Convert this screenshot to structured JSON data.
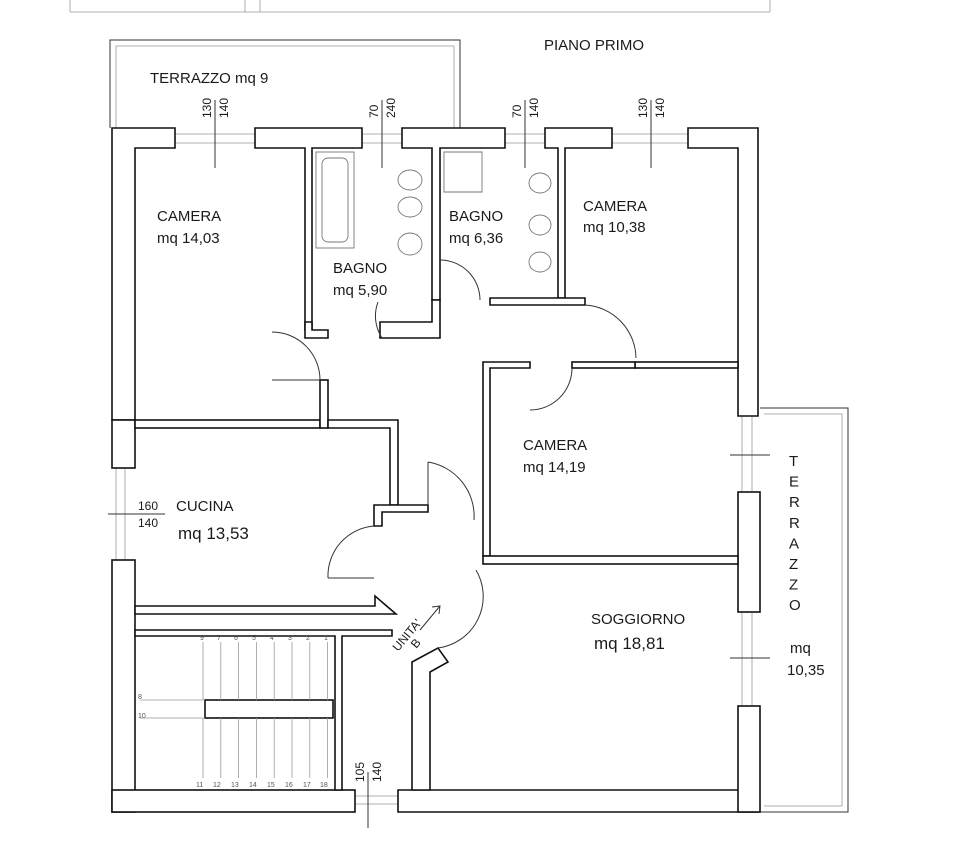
{
  "floor_title": "PIANO PRIMO",
  "rooms": {
    "camera_nw": {
      "name": "CAMERA",
      "area": "mq 14,03"
    },
    "bagno_1": {
      "name": "BAGNO",
      "area": "mq 5,90"
    },
    "bagno_2": {
      "name": "BAGNO",
      "area": "mq 6,36"
    },
    "camera_ne": {
      "name": "CAMERA",
      "area": "mq 10,38"
    },
    "camera_e": {
      "name": "CAMERA",
      "area": "mq 14,19"
    },
    "cucina": {
      "name": "CUCINA",
      "area": "mq 13,53"
    },
    "soggiorno": {
      "name": "SOGGIORNO",
      "area": "mq 18,81"
    }
  },
  "terraces": {
    "north": {
      "label": "TERRAZZO mq 9"
    },
    "east": {
      "letters": [
        "T",
        "E",
        "R",
        "R",
        "A",
        "Z",
        "Z",
        "O"
      ],
      "area_unit": "mq",
      "area_value": "10,35"
    }
  },
  "openings": [
    {
      "id": "w1",
      "top": "130",
      "bottom": "140"
    },
    {
      "id": "w2",
      "top": "70",
      "bottom": "240"
    },
    {
      "id": "w3",
      "top": "70",
      "bottom": "140"
    },
    {
      "id": "w4",
      "top": "130",
      "bottom": "140"
    },
    {
      "id": "w5",
      "top": "160",
      "bottom": "140"
    },
    {
      "id": "w6",
      "top": "105",
      "bottom": "140"
    }
  ],
  "entrance": {
    "line1": "UNITA'",
    "line2": "B"
  },
  "stairs": {
    "upper_numbers": [
      "9",
      "7",
      "6",
      "5",
      "4",
      "3",
      "2",
      "1"
    ],
    "side_numbers": [
      "8",
      "10"
    ],
    "lower_numbers": [
      "11",
      "12",
      "13",
      "14",
      "15",
      "16",
      "17",
      "18"
    ]
  }
}
